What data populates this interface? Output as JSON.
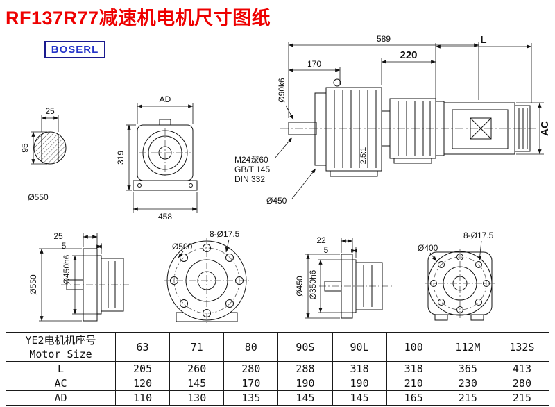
{
  "page": {
    "title": "RF137R77减速机电机尺寸图纸",
    "brand": "BOSERL"
  },
  "labels": {
    "dim_589": "589",
    "dim_170": "170",
    "shaft_dia": "Ø90k6",
    "thread_note_line1": "M24深60",
    "thread_note_line2": "GB/T 145",
    "thread_note_line3": "DIN 332",
    "flange_dia_main": "Ø450",
    "taper": "2.5:1",
    "dim_220": "220",
    "dim_l": "L",
    "dim_ac": "AC",
    "shaft_section_width": "25",
    "shaft_section_height": "95",
    "shaft_section_dia": "Ø550",
    "dim_ad": "AD",
    "dim_319": "319",
    "dim_458": "458",
    "flange1_thk": "25",
    "flange1_step": "5",
    "flange1_od": "Ø550",
    "flange1_spigot": "Ø450h6",
    "flange1_bolts": "8-Ø17.5",
    "flange1_bc": "Ø500",
    "flange2_thk": "22",
    "flange2_step": "5",
    "flange2_od": "Ø450",
    "flange2_spigot": "Ø350h6",
    "flange2_bolts": "8-Ø17.5",
    "flange2_bc": "Ø400"
  },
  "table": {
    "header_cn": "YE2电机机座号",
    "header_en": "Motor Size",
    "sizes": [
      "63",
      "71",
      "80",
      "90S",
      "90L",
      "100",
      "112M",
      "132S"
    ],
    "rows": [
      {
        "label": "L",
        "values": [
          "205",
          "260",
          "280",
          "288",
          "318",
          "318",
          "365",
          "413"
        ]
      },
      {
        "label": "AC",
        "values": [
          "120",
          "145",
          "170",
          "190",
          "190",
          "210",
          "230",
          "280"
        ]
      },
      {
        "label": "AD",
        "values": [
          "110",
          "130",
          "135",
          "145",
          "145",
          "165",
          "215",
          "215"
        ]
      }
    ]
  }
}
